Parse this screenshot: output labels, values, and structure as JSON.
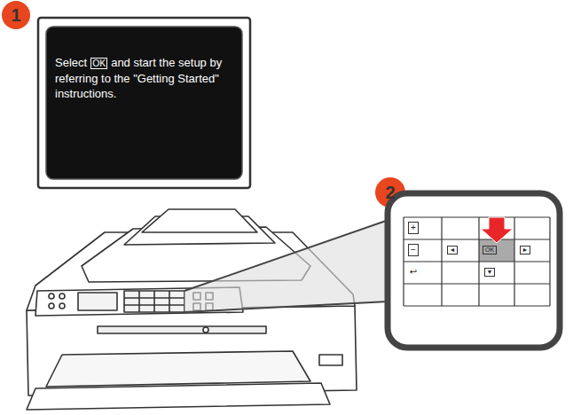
{
  "diagram": {
    "nodes": [
      {
        "text": [
          "Select",
          "OK",
          "and start the setup by referring to the \"Getting Started\" instructions."
        ]
      }
    ],
    "labels": [
      "1",
      "2",
      "+",
      "−",
      "◄",
      "OK",
      "►",
      "↩",
      "▼"
    ]
  }
}
